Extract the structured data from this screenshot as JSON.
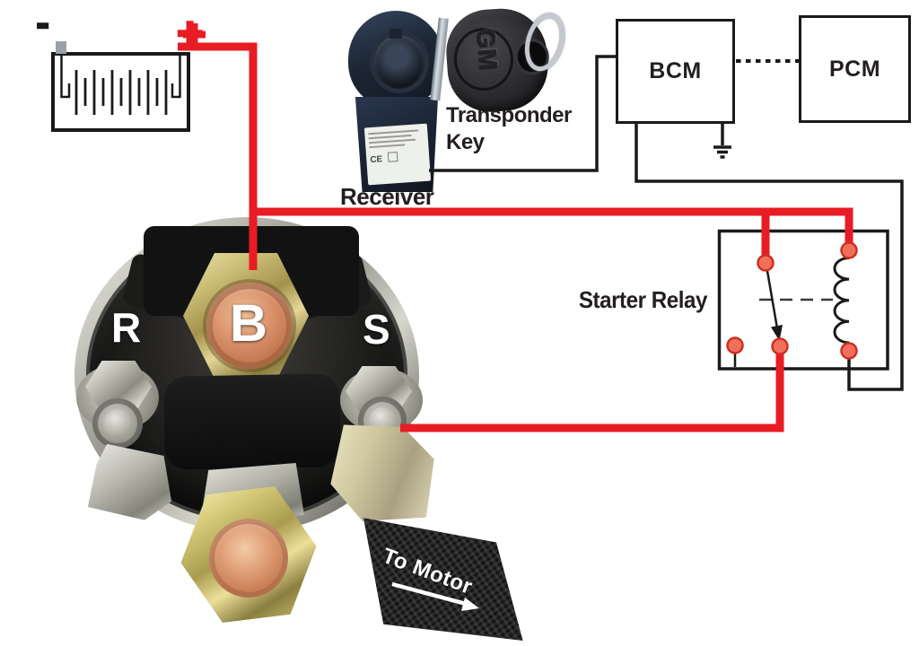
{
  "battery": {
    "minus": "-",
    "plus": "+"
  },
  "receiver": {
    "label": "Receiver",
    "sticker_ce": "CE"
  },
  "key": {
    "label": "Transponder Key",
    "brand": "GM"
  },
  "bcm": {
    "label": "BCM"
  },
  "pcm": {
    "label": "PCM"
  },
  "relay": {
    "label": "Starter Relay"
  },
  "solenoid": {
    "terminal_r": "R",
    "terminal_b": "B",
    "terminal_s": "S"
  },
  "cable": {
    "label": "To Motor"
  },
  "colors": {
    "wire_red": "#e81c24",
    "line_black": "#1a1a1a",
    "relay_dot_fill": "#f1705c",
    "relay_dot_stroke": "#cf2e22"
  }
}
